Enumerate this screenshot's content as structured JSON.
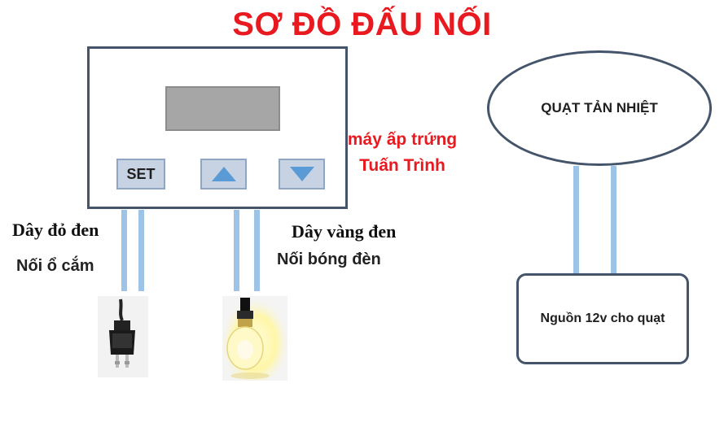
{
  "title": "SƠ ĐỒ ĐẤU NỐI",
  "controller": {
    "set_label": "SET",
    "brand_line1": "máy ấp trứng",
    "brand_line2": "Tuấn Trình"
  },
  "left_wires": {
    "label1": "Dây đỏ đen",
    "label2": "Nối ổ cắm"
  },
  "middle_wires": {
    "label1": "Dây vàng đen",
    "label2": "Nối bóng đèn"
  },
  "fan": {
    "label": "QUẠT TẢN NHIỆT"
  },
  "power_supply": {
    "label": "Nguồn 12v cho quạt"
  },
  "colors": {
    "title": "#e8191f",
    "wire": "#9dc3e6",
    "outline": "#44546a",
    "button_fill": "#c7d3e3",
    "arrow": "#5b9bd5",
    "display": "#a6a6a6"
  }
}
